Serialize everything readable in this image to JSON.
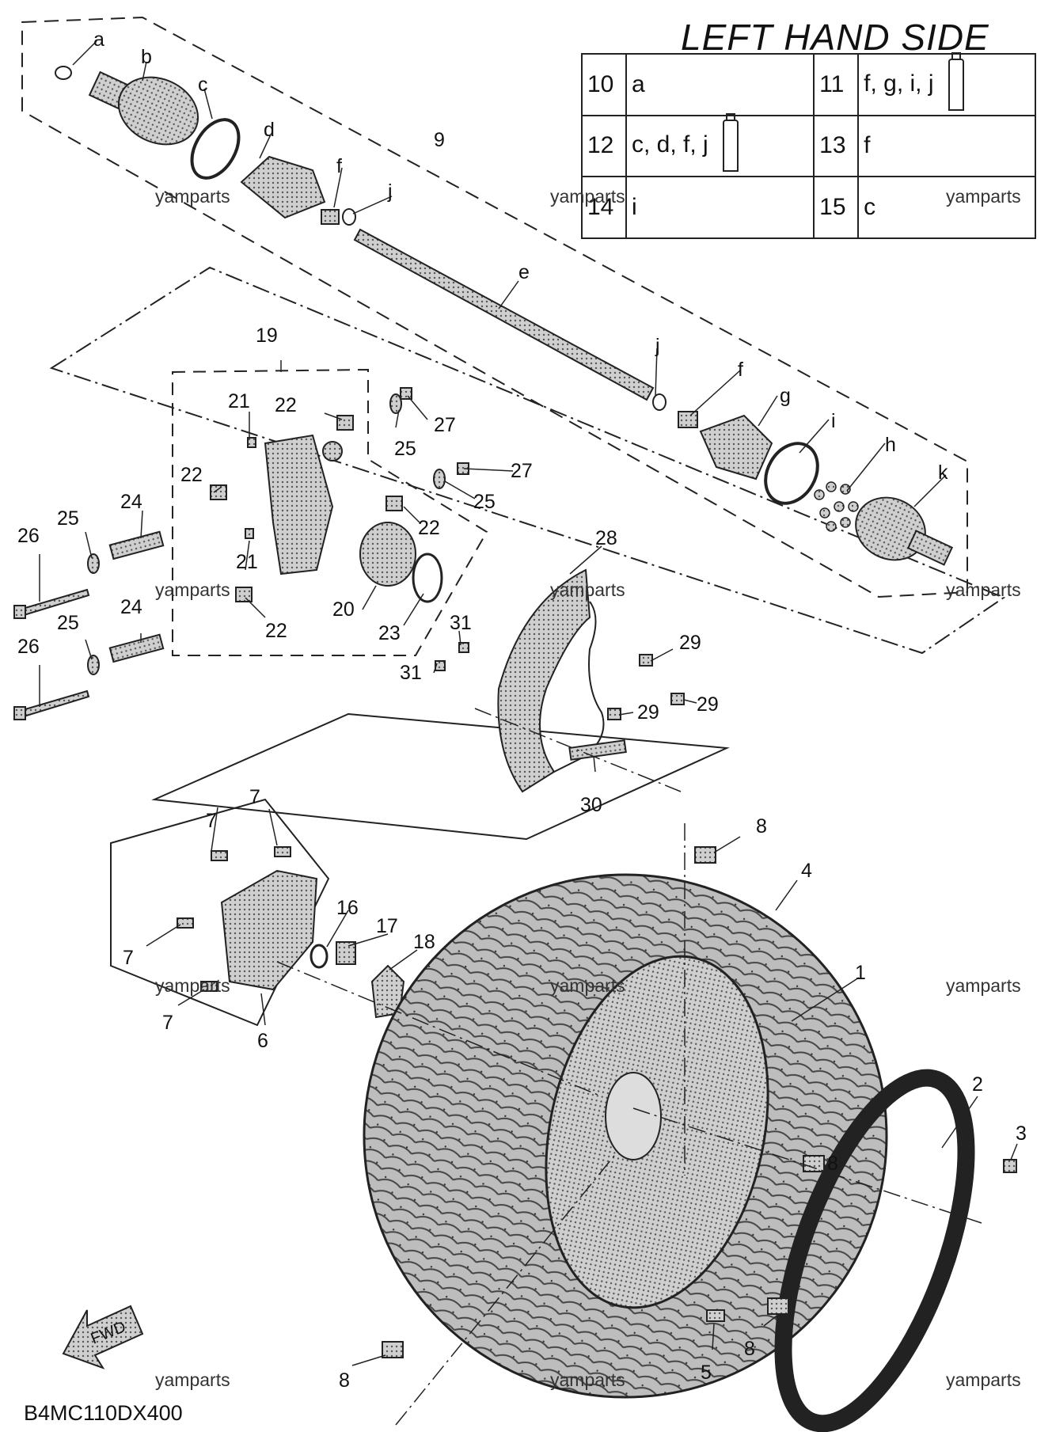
{
  "header": {
    "title": "LEFT HAND SIDE"
  },
  "legend": {
    "rows": [
      [
        {
          "num": "10",
          "items": "a",
          "tube": false
        },
        {
          "num": "11",
          "items": "f, g, i, j",
          "tube": true
        }
      ],
      [
        {
          "num": "12",
          "items": "c, d, f, j",
          "tube": true
        },
        {
          "num": "13",
          "items": "f",
          "tube": false
        }
      ],
      [
        {
          "num": "14",
          "items": "i",
          "tube": false
        },
        {
          "num": "15",
          "items": "c",
          "tube": false
        }
      ]
    ]
  },
  "watermark": "yamparts",
  "diagram_code": "B4MC110DX400",
  "fwd_label": "FWD",
  "callouts": {
    "a": "a",
    "b": "b",
    "c": "c",
    "d": "d",
    "f1": "f",
    "j1": "j",
    "e": "e",
    "j2": "j",
    "f2": "f",
    "g": "g",
    "i": "i",
    "h": "h",
    "k": "k",
    "n9": "9",
    "n19": "19",
    "n21a": "21",
    "n22a": "22",
    "n27a": "27",
    "n25a": "25",
    "n22b": "22",
    "n27b": "27",
    "n25b": "25",
    "n22c": "22",
    "n24a": "24",
    "n25c": "25",
    "n26a": "26",
    "n21b": "21",
    "n20": "20",
    "n23": "23",
    "n22d": "22",
    "n24b": "24",
    "n25d": "25",
    "n26b": "26",
    "n28": "28",
    "n29a": "29",
    "n31a": "31",
    "n31b": "31",
    "n29b": "29",
    "n29c": "29",
    "n30": "30",
    "n7a": "7",
    "n7b": "7",
    "n7c": "7",
    "n7d": "7",
    "n16": "16",
    "n17": "17",
    "n18": "18",
    "n6": "6",
    "n8a": "8",
    "n4": "4",
    "n1": "1",
    "n2": "2",
    "n3": "3",
    "n8b": "8",
    "n8c": "8",
    "n8d": "8",
    "n5": "5"
  }
}
